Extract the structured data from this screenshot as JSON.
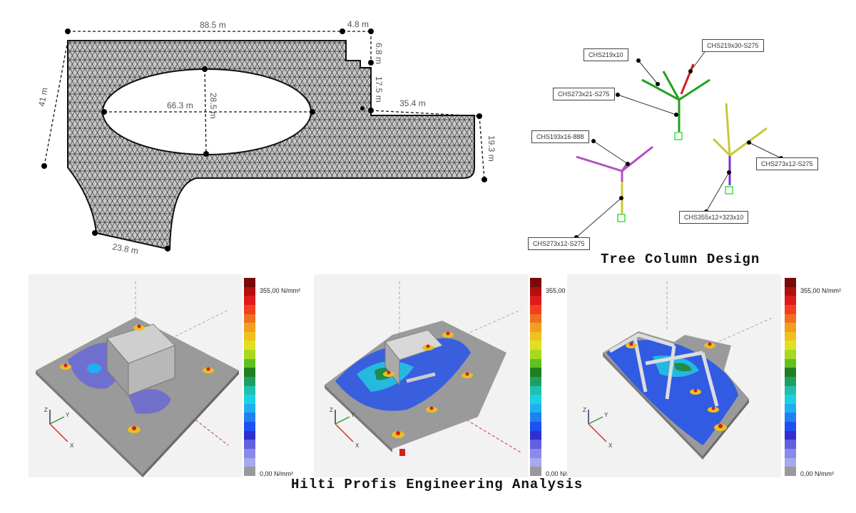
{
  "plan": {
    "dims": {
      "top": "88.5 m",
      "notch_top": "4.8 m",
      "notch_side": "6.8 m",
      "step_side": "17.5 m",
      "right_top": "35.4 m",
      "right_end": "19.3 m",
      "left": "41 m",
      "bottom": "23.8 m",
      "ellipse_w": "66.3 m",
      "ellipse_h": "28.5 m"
    }
  },
  "tree": {
    "caption": "Tree Column Design",
    "labels": {
      "t1": "CHS219x10",
      "t2": "CHS219x30-S275",
      "t3": "CHS273x21-S275",
      "t4": "CHS193x16-888",
      "t5": "CHS273x12-S275",
      "t6": "CHS355x12+323x10",
      "t7": "CHS273x12-S275"
    },
    "colors": {
      "green": "#22a022",
      "red": "#cc2020",
      "magenta": "#b050c0",
      "olive": "#c8c838",
      "purple": "#7a30d0"
    }
  },
  "analysis": {
    "caption": "Hilti Profis Engineering Analysis",
    "legend_max": "355,00 N/mm²",
    "legend_min": "0,00 N/mm²",
    "legend_colors": [
      "#7a0a0a",
      "#b01010",
      "#e01a1a",
      "#f04020",
      "#f07020",
      "#f0a020",
      "#f0c020",
      "#e0e020",
      "#a8d820",
      "#60c020",
      "#208020",
      "#20a060",
      "#20c0b0",
      "#20d0e0",
      "#20b0f0",
      "#2080f0",
      "#2050f0",
      "#3030d0",
      "#6060e0",
      "#8a8ae8",
      "#a8a8ee",
      "#9a9a9a"
    ],
    "axis_x": "X",
    "axis_y": "Y",
    "axis_z": "Z"
  }
}
